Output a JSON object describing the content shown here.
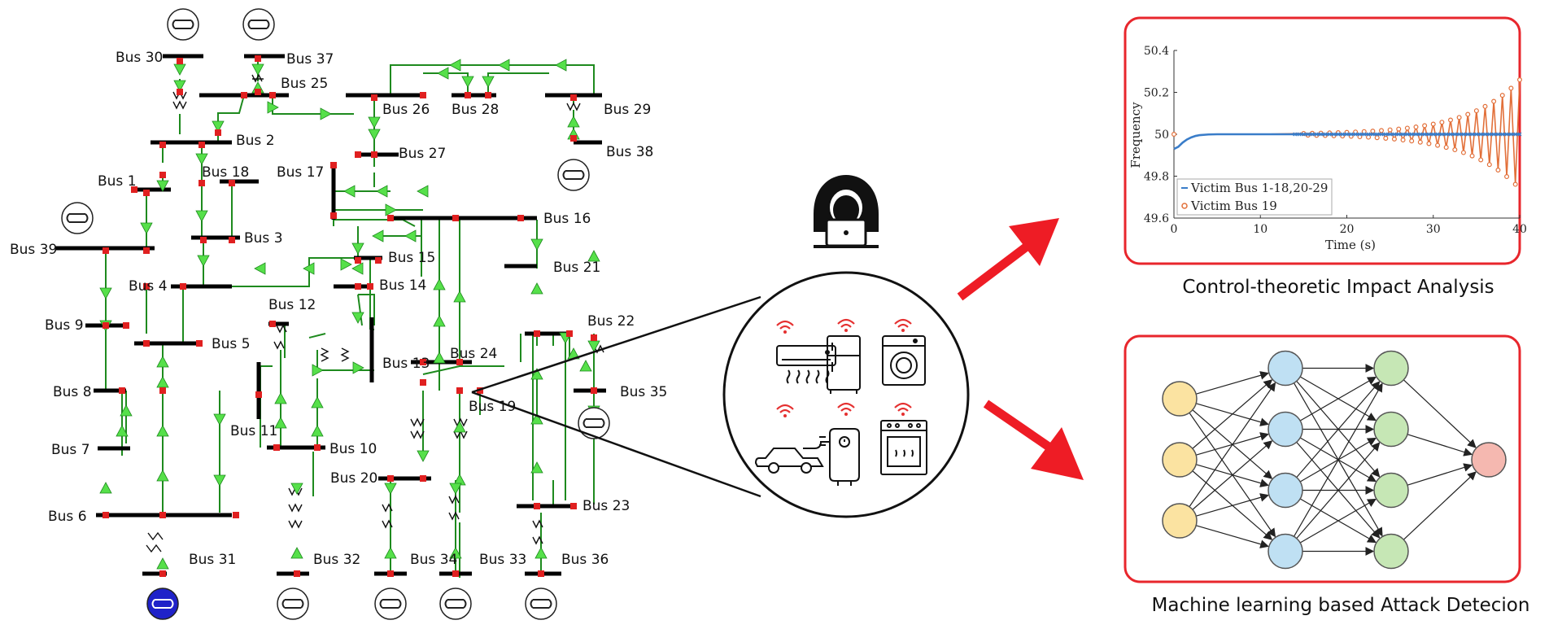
{
  "bus_labels": {
    "b1": "Bus 1",
    "b2": "Bus 2",
    "b3": "Bus 3",
    "b4": "Bus 4",
    "b5": "Bus 5",
    "b6": "Bus 6",
    "b7": "Bus 7",
    "b8": "Bus 8",
    "b9": "Bus 9",
    "b10": "Bus 10",
    "b11": "Bus 11",
    "b12": "Bus 12",
    "b13": "Bus 13",
    "b14": "Bus 14",
    "b15": "Bus 15",
    "b16": "Bus 16",
    "b17": "Bus 17",
    "b18": "Bus 18",
    "b19": "Bus 19",
    "b20": "Bus 20",
    "b21": "Bus 21",
    "b22": "Bus 22",
    "b23": "Bus 23",
    "b24": "Bus 24",
    "b25": "Bus 25",
    "b26": "Bus 26",
    "b27": "Bus 27",
    "b28": "Bus 28",
    "b29": "Bus 29",
    "b30": "Bus 30",
    "b31": "Bus 31",
    "b32": "Bus 32",
    "b33": "Bus 33",
    "b34": "Bus 34",
    "b35": "Bus 35",
    "b36": "Bus 36",
    "b37": "Bus 37",
    "b38": "Bus 38",
    "b39": "Bus 39"
  },
  "panels": {
    "impact_title": "Control-theoretic Impact Analysis",
    "ml_title": "Machine learning based Attack Detecion"
  },
  "chart_data": {
    "type": "line",
    "xlabel": "Time (s)",
    "ylabel": "Frequency",
    "xlim": [
      0,
      40
    ],
    "ylim": [
      49.6,
      50.4
    ],
    "xticks": [
      "0",
      "10",
      "20",
      "30",
      "40"
    ],
    "yticks": [
      "49.6",
      "49.8",
      "50",
      "50.2",
      "50.4"
    ],
    "legend_position": "bottom-left",
    "grid": false,
    "series": [
      {
        "name": "Victim Bus 1-18,20-29",
        "color": "#3a7dc9",
        "marker": "x",
        "t": [
          0,
          0.5,
          1,
          1.5,
          2,
          2.5,
          3,
          4,
          5,
          6,
          8,
          10,
          15,
          20,
          25,
          30,
          35,
          40
        ],
        "f": [
          49.93,
          49.94,
          49.96,
          49.975,
          49.985,
          49.992,
          49.996,
          49.999,
          50.0,
          50.0,
          50.0,
          50.0,
          50.0,
          50.0,
          50.0,
          50.0,
          50.0,
          50.0
        ]
      },
      {
        "name": "Victim Bus 19",
        "color": "#e2703a",
        "marker": "o",
        "oscillation": {
          "start": 15,
          "end": 40,
          "amp_start": 0.004,
          "amp_end": 0.26,
          "growth": 4.2,
          "step": 0.5
        }
      }
    ]
  },
  "neural_net": {
    "layers": [
      3,
      4,
      4,
      1
    ],
    "colors": [
      "#fbe3a1",
      "#bfe0f3",
      "#c6e7b5",
      "#f5b8b0"
    ]
  },
  "colors": {
    "line_green": "#1e8a1e",
    "arrow_green": "#56e04a",
    "node_red": "#e02020",
    "panel_border": "#e8262c",
    "big_arrow": "#ee1c25",
    "wifi_red": "#e53030",
    "generator_blue": "#1f22c9"
  },
  "icons": {
    "hacker": "hacker-icon",
    "appliances": [
      "air-conditioner-icon",
      "refrigerator-icon",
      "washing-machine-icon",
      "electric-car-icon",
      "water-heater-icon",
      "oven-icon"
    ]
  }
}
